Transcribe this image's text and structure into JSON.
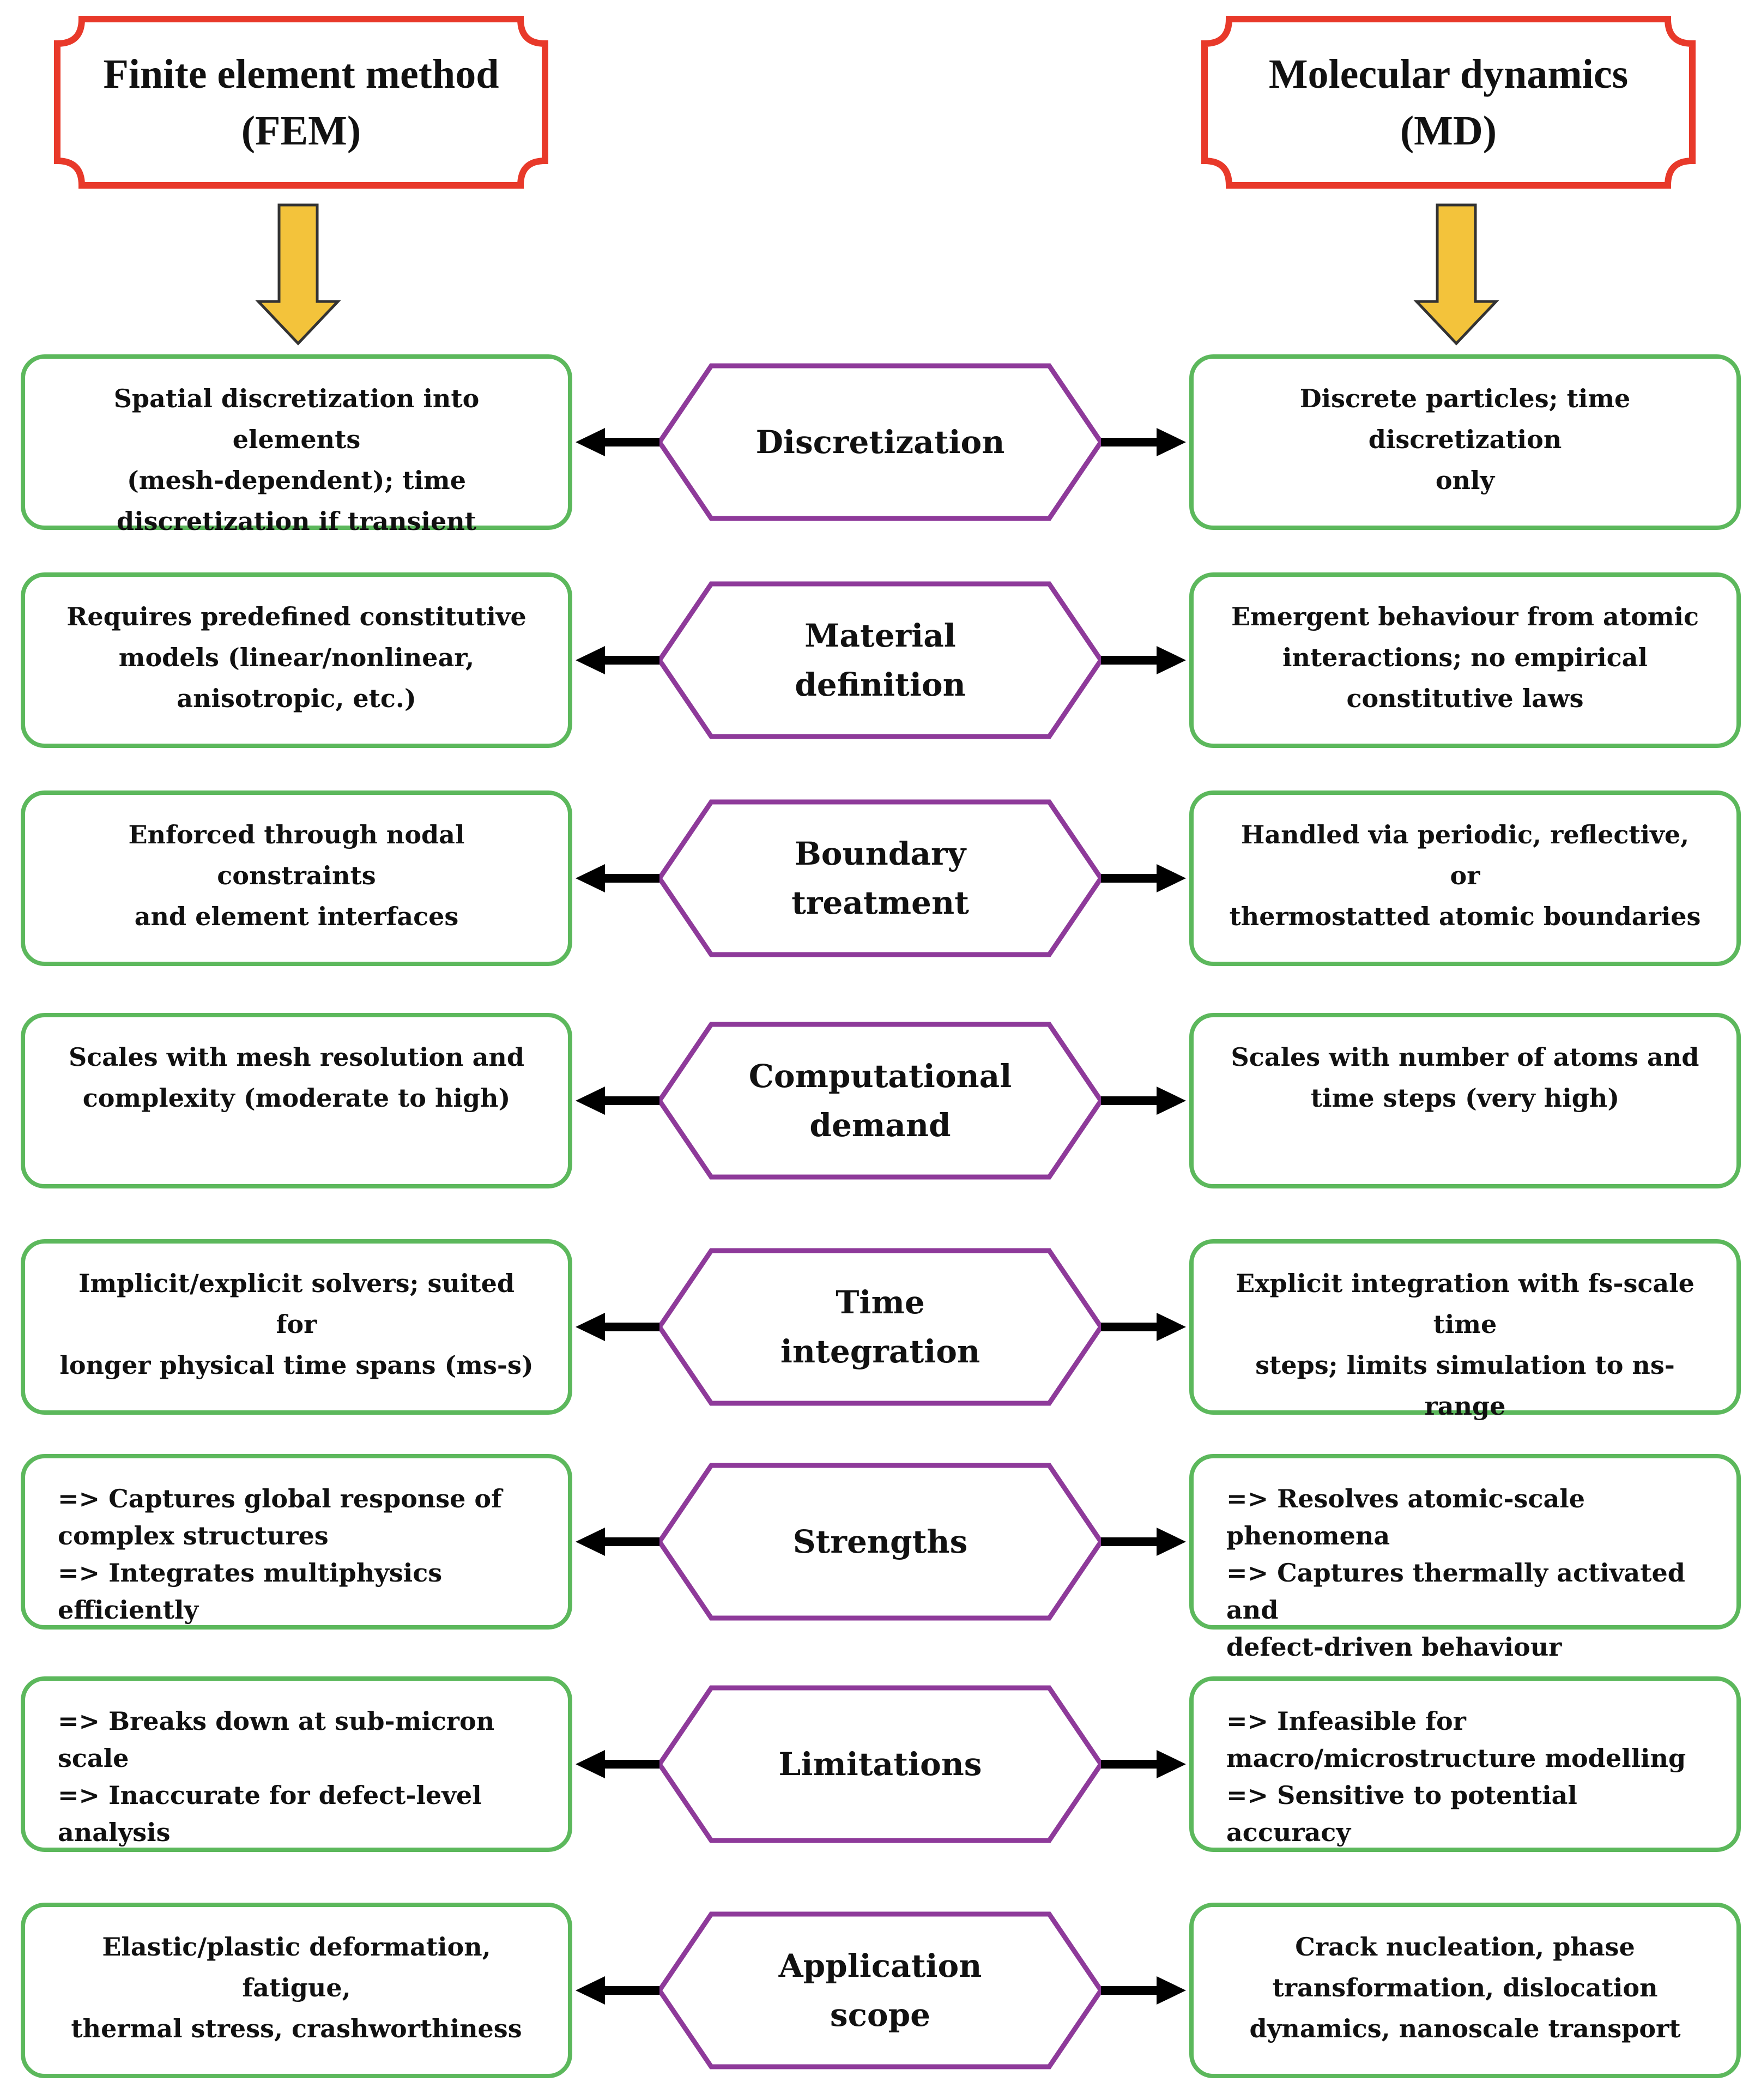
{
  "headers": {
    "fem": {
      "line1": "Finite element method",
      "line2": "(FEM)"
    },
    "md": {
      "line1": "Molecular dynamics",
      "line2": "(MD)"
    }
  },
  "rows": [
    {
      "category": [
        "Discretization"
      ],
      "fem": [
        "Spatial discretization into elements",
        "(mesh-dependent); time",
        "discretization if transient"
      ],
      "md": [
        "Discrete particles; time discretization",
        "only"
      ]
    },
    {
      "category": [
        "Material",
        "definition"
      ],
      "fem": [
        "Requires predefined constitutive",
        "models (linear/nonlinear,",
        "anisotropic, etc.)"
      ],
      "md": [
        "Emergent behaviour from atomic",
        "interactions; no empirical",
        "constitutive laws"
      ]
    },
    {
      "category": [
        "Boundary",
        "treatment"
      ],
      "fem": [
        "Enforced through nodal constraints",
        "and element interfaces"
      ],
      "md": [
        "Handled via periodic, reflective, or",
        "thermostatted atomic boundaries"
      ]
    },
    {
      "category": [
        "Computational",
        "demand"
      ],
      "fem": [
        "Scales with mesh resolution and",
        "complexity (moderate to high)"
      ],
      "md": [
        "Scales with number of atoms and",
        "time steps (very high)"
      ]
    },
    {
      "category": [
        "Time",
        "integration"
      ],
      "fem": [
        "Implicit/explicit solvers; suited for",
        "longer physical time spans (ms-s)"
      ],
      "md": [
        "Explicit integration with fs-scale time",
        "steps; limits simulation to ns-range"
      ]
    },
    {
      "category": [
        "Strengths"
      ],
      "fem": [
        "=> Captures global response of",
        "complex structures",
        "=> Integrates multiphysics efficiently"
      ],
      "md": [
        "=> Resolves atomic-scale phenomena",
        "=> Captures thermally activated and",
        "defect-driven behaviour"
      ]
    },
    {
      "category": [
        "Limitations"
      ],
      "fem": [
        "=> Breaks down at sub-micron scale",
        "=> Inaccurate for defect-level",
        "analysis"
      ],
      "md": [
        "=> Infeasible for",
        "macro/microstructure modelling",
        "=> Sensitive to potential accuracy"
      ]
    },
    {
      "category": [
        "Application",
        "scope"
      ],
      "fem": [
        "Elastic/plastic deformation, fatigue,",
        "thermal stress, crashworthiness"
      ],
      "md": [
        "Crack nucleation, phase",
        "transformation, dislocation",
        "dynamics, nanoscale transport"
      ]
    }
  ],
  "colors": {
    "header_border": "#e8392a",
    "down_arrow_fill": "#f3c33b",
    "box_border": "#5cb85c",
    "hex_border": "#8e3a9a",
    "arrow": "#000000"
  }
}
